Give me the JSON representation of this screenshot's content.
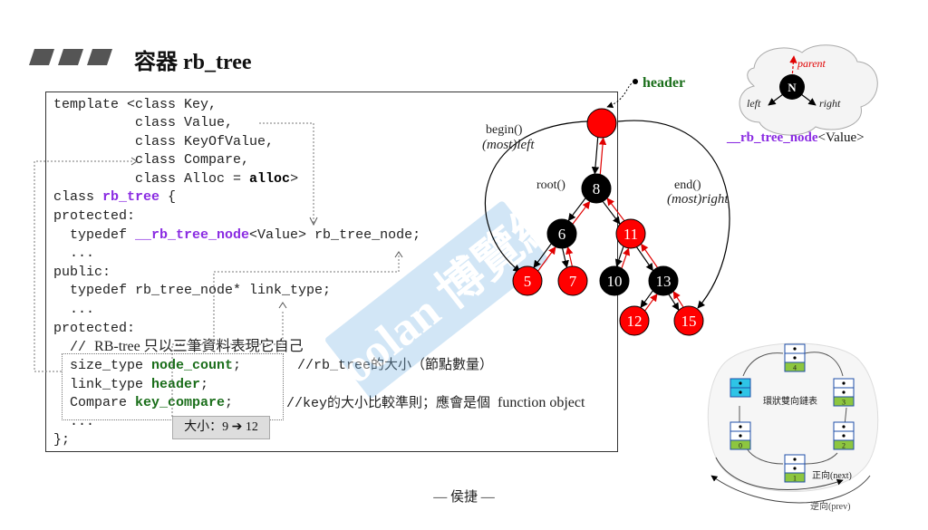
{
  "title": {
    "text": "容器 rb_tree"
  },
  "code": {
    "lines": [
      "template <class Key,",
      "          class Value,",
      "          class KeyOfValue,",
      "          class Compare,",
      "          class Alloc = ",
      "class ",
      "protected:",
      "  typedef ",
      "  ...",
      "public:",
      "  typedef rb_tree_node* link_type;",
      "  ...",
      "protected:",
      "  // ",
      "  size_type ",
      "  link_type ",
      "  Compare ",
      "  ...",
      "};"
    ],
    "alloc_kw": "alloc",
    "alloc_close": ">",
    "class_name": "rb_tree",
    "class_brace": " {",
    "typedef_kw": "__rb_tree_node",
    "typedef_rest": "<Value> rb_tree_node;",
    "comment_cn": "RB-tree 只以三筆資料表現它自己",
    "node_count": "node_count",
    "header_var": "header",
    "key_compare": "key_compare",
    "semicolon": ";",
    "comment_size": "//rb_tree的大小（節點數量）",
    "comment_key": "//key的大小比較準則；應會是個",
    "function_object": "function object",
    "size_note": "大小：9 ➔ 12"
  },
  "tree": {
    "header_label": "header",
    "begin_label": "begin()",
    "most_left": "(most)left",
    "root_label": "root()",
    "end_label": "end()",
    "most_right": "(most)right",
    "nodes": [
      {
        "key": "8",
        "color": "black"
      },
      {
        "key": "6",
        "color": "black"
      },
      {
        "key": "11",
        "color": "red"
      },
      {
        "key": "5",
        "color": "red"
      },
      {
        "key": "7",
        "color": "red"
      },
      {
        "key": "10",
        "color": "black"
      },
      {
        "key": "13",
        "color": "black"
      },
      {
        "key": "12",
        "color": "red"
      },
      {
        "key": "15",
        "color": "red"
      }
    ]
  },
  "legend": {
    "node_letter": "N",
    "parent": "parent",
    "left": "left",
    "right": "right",
    "caption_kw": "__rb_tree_node",
    "caption_rest": "<Value>"
  },
  "list_diagram": {
    "center": "環狀雙向鏈表",
    "next": "正向(next)",
    "prev": "逆向(prev)",
    "numbers": [
      "4",
      "3",
      "2",
      "1",
      "0"
    ]
  },
  "watermark": "Boolan 博覽網",
  "footer": "— 侯捷 —",
  "colors": {
    "red_node": "#ff0000",
    "black_node": "#000000",
    "keyword": "#8a2be2",
    "member": "#1a6e1a",
    "header_green": "#1a6e1a"
  }
}
